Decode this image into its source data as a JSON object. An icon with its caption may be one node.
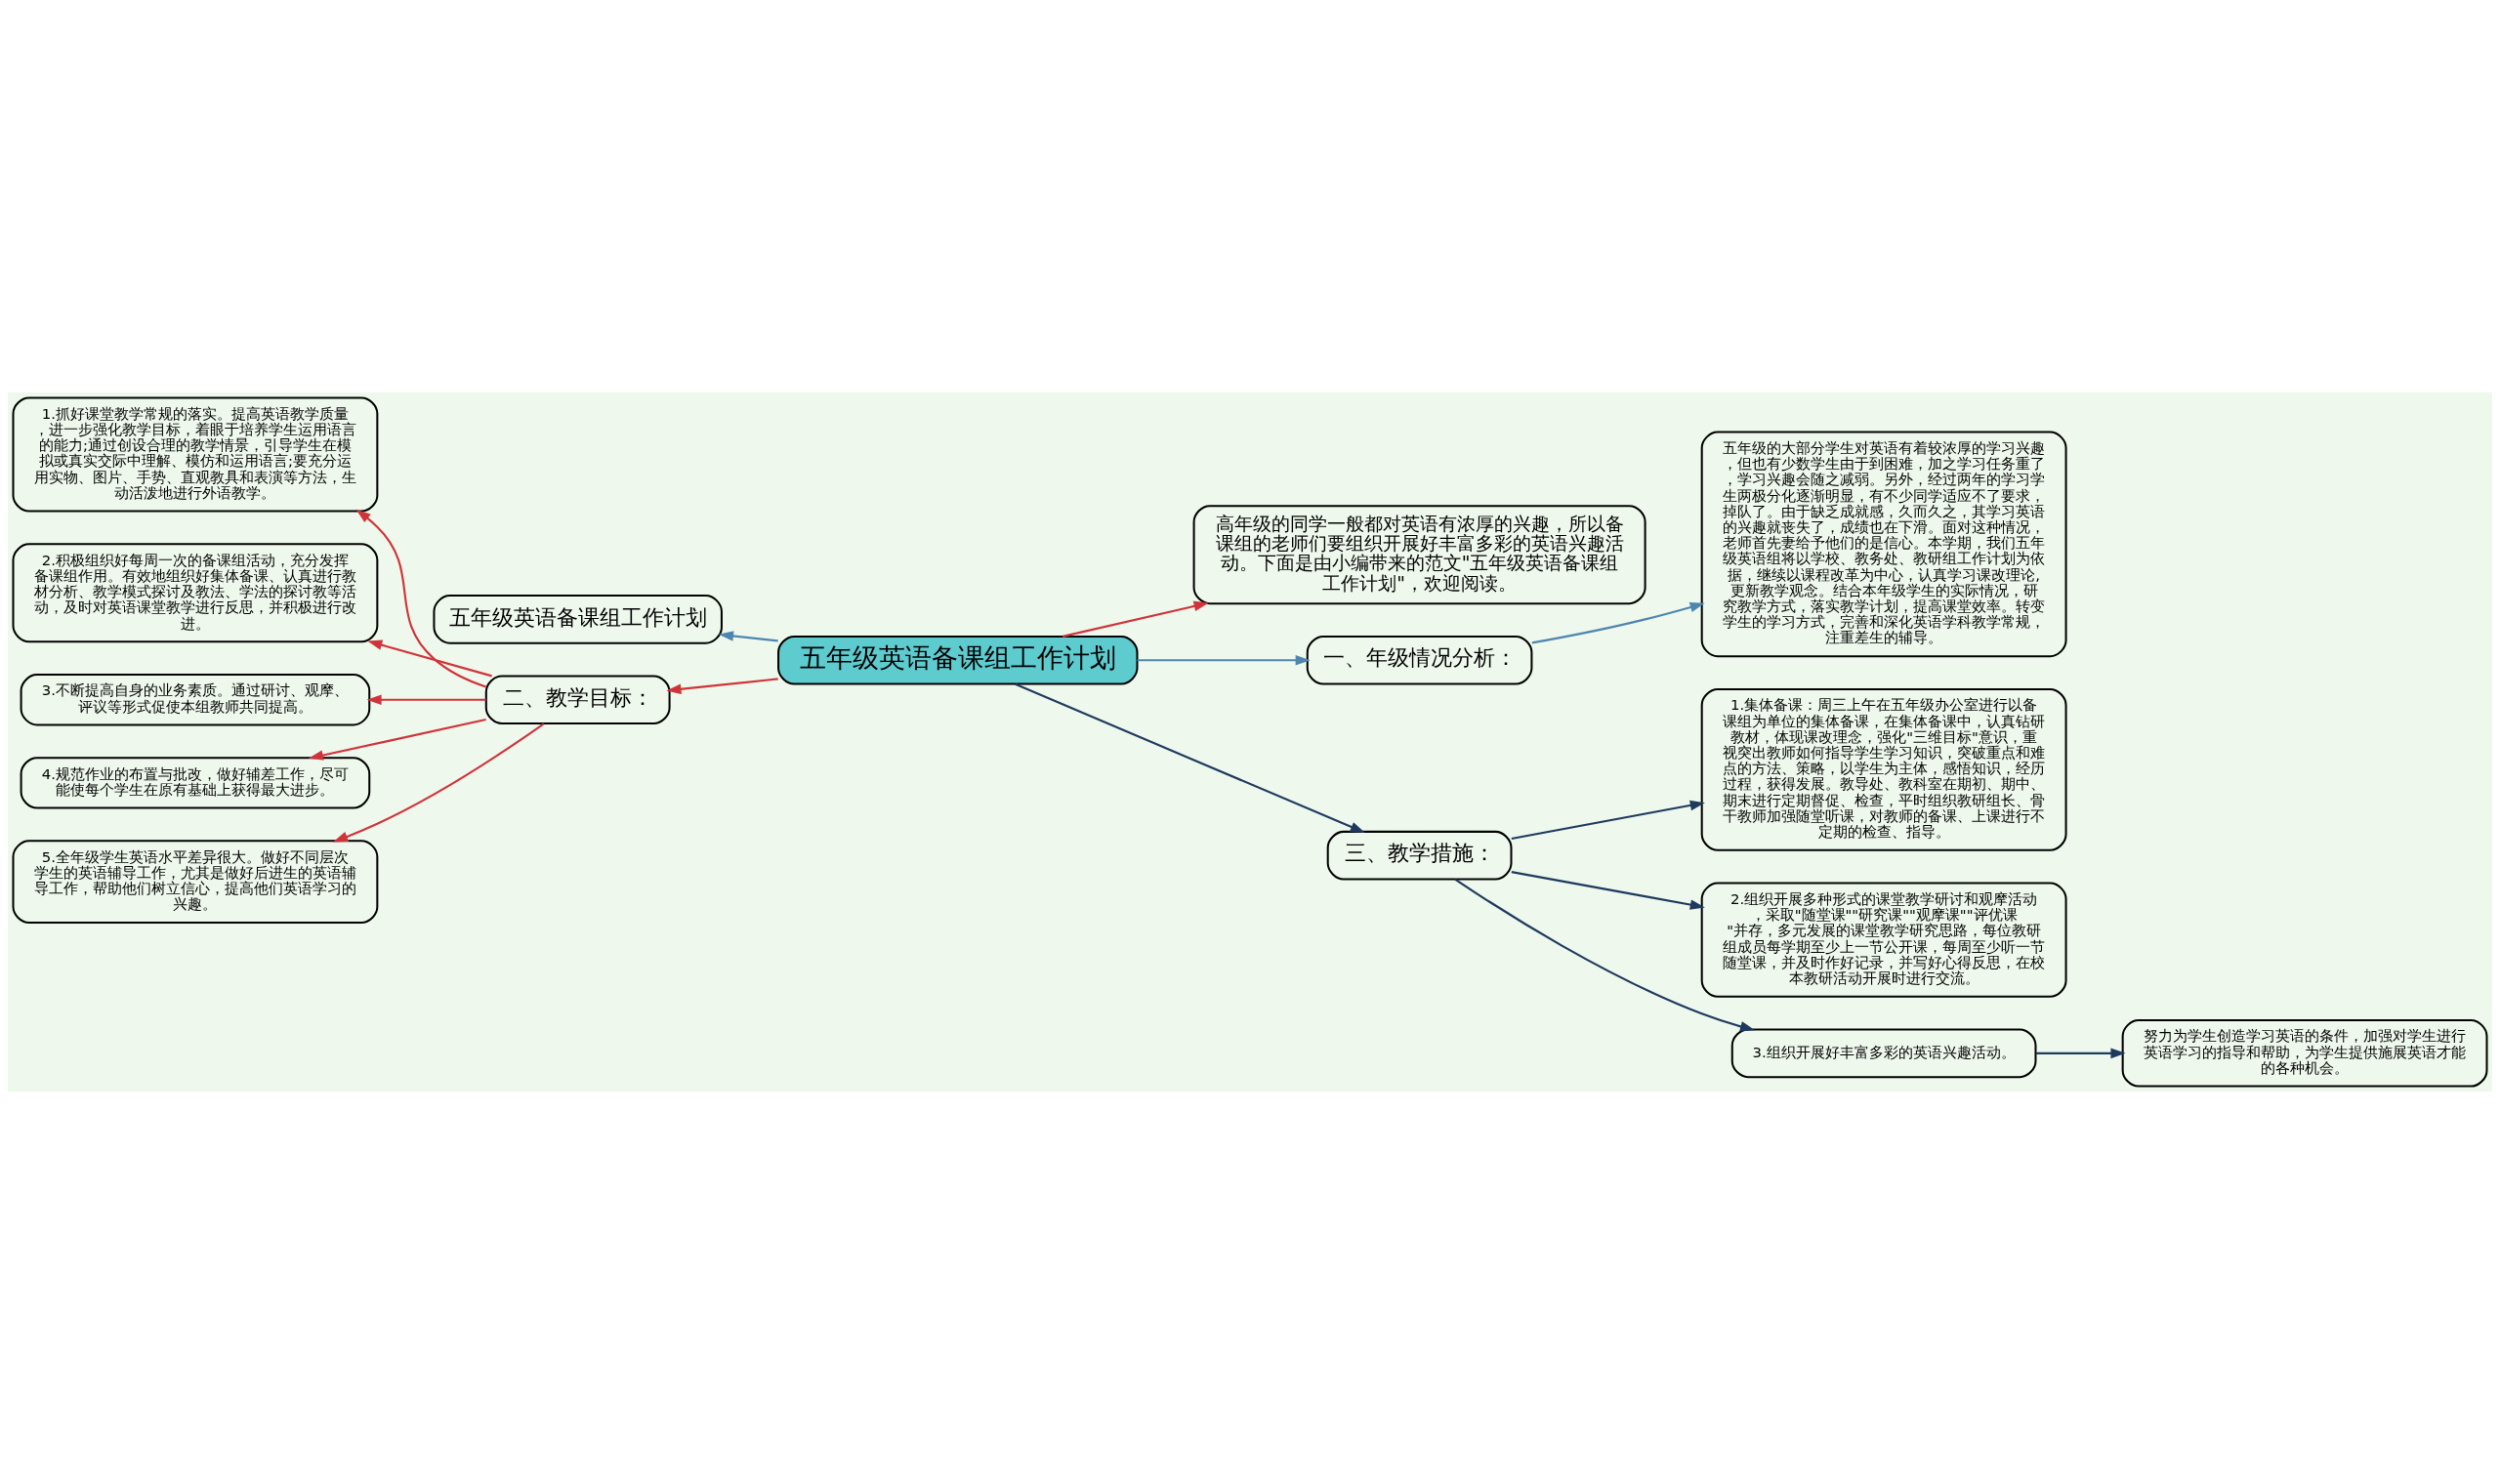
{
  "diagram": {
    "nodes": [
      {
        "text": [
          "五年级英语备课组工作计划"
        ]
      },
      {
        "text": [
          "高年级的同学一般都对英语有浓厚的兴趣，所以备课组的老师们要组织开展好丰富多彩的英语兴趣活动。下面是由小编带来的范文\"五年级英语备课组工作计划\"，欢迎阅读。"
        ]
      },
      {
        "text": [
          "一、年级情况分析："
        ]
      },
      {
        "text": [
          "五年级的大部分学生对英语有着较浓厚的学习兴趣，但也有少数学生由于到困难，加之学习任务重了，学习兴趣会随之减弱。另外，经过两年的学习学生两极分化逐渐明显，有不少同学适应不了要求，掉队了。由于缺乏成就感，久而久之，其学习英语的兴趣就丧失了，成绩也在下滑。面对这种情况，老师首先妻给予他们的是信心。本学期，我们五年级英语组将以学校、教务处、教研组工作计划为依据，继续以课程改革为中心，认真学习课改理论, 更新教学观念。结合本年级学生的实际情况，研究教学方式，落实教学计划，提高课堂效率。转变学生的学习方式，完善和深化英语学科教学常规，注重差生的辅导。"
        ]
      },
      {
        "text": [
          "三、教学措施："
        ]
      },
      {
        "text": [
          "1.集体备课：周三上午在五年级办公室进行以备课组为单位的集体备课，在集体备课中，认真钻研教材，体现课改理念，强化\"三维目标\"意识，重视突出教师如何指导学生学习知识，突破重点和难点的方法、策略，以学生为主体，感悟知识，经历过程，获得发展。教导处、教科室在期初、期中、期末进行定期督促、检查，平时组织教研组长、骨干教师加强随堂听课，对教师的备课、上课进行不定期的检查、指导。"
        ]
      },
      {
        "text": [
          "2.组织开展多种形式的课堂教学研讨和观摩活动，采取\"随堂课\"\"研究课\"\"观摩课\"\"评优课\"并存，多元发展的课堂教学研究思路，每位教研组成员每学期至少上一节公开课，每周至少听一节随堂课，并及时作好记录，并写好心得反思，在校本教研活动开展时进行交流。"
        ]
      },
      {
        "text": [
          "3.组织开展好丰富多彩的英语兴趣活动。"
        ]
      },
      {
        "text": [
          "努力为学生创造学习英语的条件，加强对学生进行英语学习的指导和帮助，为学生提供施展英语才能的各种机会。"
        ]
      },
      {
        "text": [
          "五年级英语备课组工作计划"
        ]
      },
      {
        "text": [
          "二、教学目标："
        ]
      },
      {
        "text": [
          "1.抓好课堂教学常规的落实。提高英语教学质量，进一步强化教学目标，着眼于培养学生运用语言的能力;通过创设合理的教学情景，引导学生在模拟或真实交际中理解、模仿和运用语言;要充分运用实物、图片、手势、直观教具和表演等方法，生动活泼地进行外语教学。"
        ]
      },
      {
        "text": [
          "2.积极组织好每周一次的备课组活动，充分发挥备课组作用。有效地组织好集体备课、认真进行教材分析、教学模式探讨及教法、学法的探讨教等活动，及时对英语课堂教学进行反思，并积极进行改进。"
        ]
      },
      {
        "text": [
          "3.不断提高自身的业务素质。通过研讨、观摩、评议等形式促使本组教师共同提高。"
        ]
      },
      {
        "text": [
          "4.规范作业的布置与批改，做好辅差工作，尽可能使每个学生在原有基础上获得最大进步。"
        ]
      },
      {
        "text": [
          "5.全年级学生英语水平差异很大。做好不同层次学生的英语辅导工作，尤其是做好后进生的英语辅导工作，帮助他们树立信心，提高他们英语学习的兴趣。"
        ]
      }
    ],
    "edges": [
      {
        "from": 0,
        "to": 1,
        "arrow": "to"
      },
      {
        "from": 0,
        "to": 2,
        "arrow": "to",
        "color": "#4f86b0"
      },
      {
        "from": 2,
        "to": 3,
        "arrow": "to",
        "color": "#4f86b0"
      },
      {
        "from": 0,
        "to": 4,
        "arrow": "to",
        "color": "#1f3a5f"
      },
      {
        "from": 4,
        "to": 5,
        "arrow": "to",
        "color": "#1f3a5f"
      },
      {
        "from": 4,
        "to": 6,
        "arrow": "to",
        "color": "#1f3a5f"
      },
      {
        "from": 4,
        "to": 7,
        "arrow": "to",
        "color": "#1f3a5f"
      },
      {
        "from": 7,
        "to": 8,
        "arrow": "to",
        "color": "#1f3a5f"
      },
      {
        "from": 0,
        "to": 9,
        "arrow": "to",
        "color": "#4f86b0"
      },
      {
        "from": 0,
        "to": 10,
        "arrow": "to"
      },
      {
        "from": 10,
        "to": 11,
        "arrow": "to"
      },
      {
        "from": 10,
        "to": 12,
        "arrow": "to"
      },
      {
        "from": 10,
        "to": 13,
        "arrow": "to"
      },
      {
        "from": 10,
        "to": 14,
        "arrow": "to"
      },
      {
        "from": 10,
        "to": 15,
        "arrow": "to"
      }
    ]
  }
}
